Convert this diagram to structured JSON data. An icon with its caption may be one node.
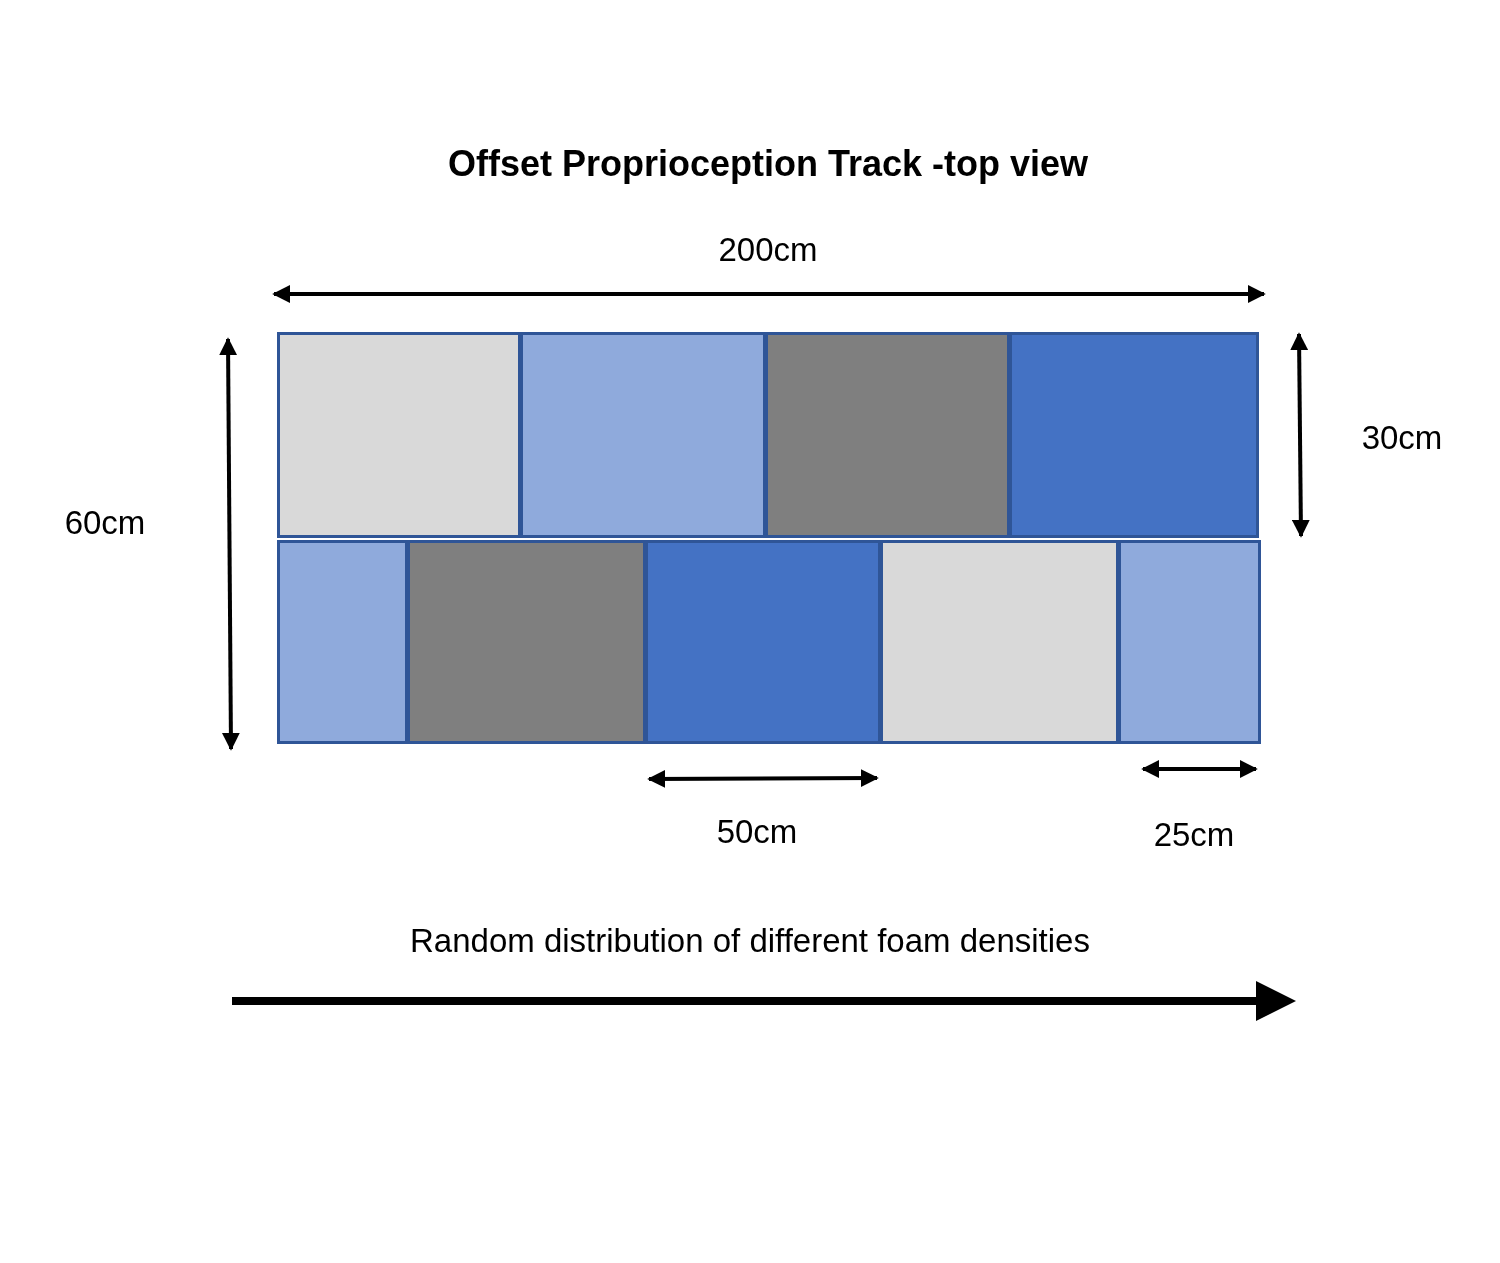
{
  "diagram": {
    "title": "Offset Proprioception Track -top view",
    "nodes": [
      {
        "text": [],
        "shape": "box"
      },
      {
        "text": [],
        "shape": "box"
      },
      {
        "text": [],
        "shape": "box"
      },
      {
        "text": [],
        "shape": "box"
      },
      {
        "text": [],
        "shape": "box"
      },
      {
        "text": [],
        "shape": "box"
      },
      {
        "text": [],
        "shape": "box"
      },
      {
        "text": [],
        "shape": "box"
      },
      {
        "text": [],
        "shape": "box"
      }
    ],
    "labels": [
      "200cm",
      "30cm",
      "60cm",
      "50cm",
      "25cm",
      "Random distribution of different foam densities"
    ]
  }
}
